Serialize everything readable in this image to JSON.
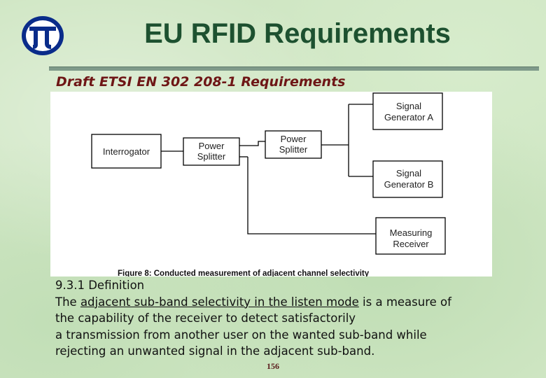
{
  "slide": {
    "title": "EU RFID Requirements",
    "subtitle": "Draft ETSI EN 302 208-1 Requirements",
    "page_number": "156",
    "logo_icon": "pi-logo-icon"
  },
  "figure": {
    "boxes": {
      "interrogator": "Interrogator",
      "power_splitter_1": [
        "Power",
        "Splitter"
      ],
      "power_splitter_2": [
        "Power",
        "Splitter"
      ],
      "signal_generator_a": [
        "Signal",
        "Generator A"
      ],
      "signal_generator_b": [
        "Signal",
        "Generator B"
      ],
      "measuring_receiver": [
        "Measuring",
        "Receiver"
      ]
    },
    "caption": "Figure 8: Conducted measurement of adjacent channel selectivity"
  },
  "definition": {
    "heading": "9.3.1 Definition",
    "line1_pre": "The ",
    "line1_term": "adjacent sub-band selectivity in the listen mode",
    "line1_post": " is a measure of",
    "line2": "the capability of the receiver to detect satisfactorily",
    "line3": "a transmission from another user on the wanted sub-band while",
    "line4": "rejecting an unwanted signal in the adjacent sub-band."
  },
  "colors": {
    "title": "#1d5130",
    "subtitle": "#6e1616",
    "logo": "#0a2c8a"
  }
}
